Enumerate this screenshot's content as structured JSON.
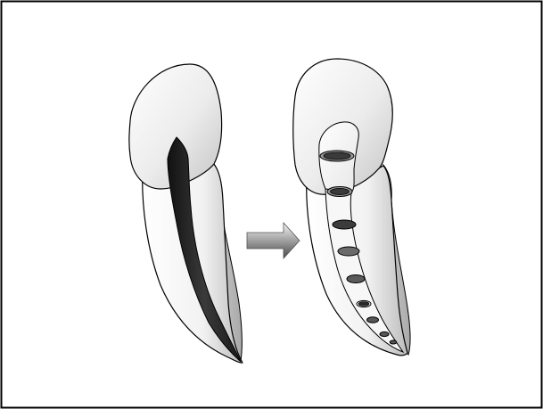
{
  "figure": {
    "panels": [
      {
        "id": "before",
        "subject": "tooth-with-untreated-root-canal"
      },
      {
        "id": "after",
        "subject": "tooth-with-prepared-access-and-canal"
      }
    ],
    "arrow_direction": "right",
    "colors": {
      "frame": "#000000",
      "background": "#ffffff",
      "crown_light": "#ffffff",
      "crown_mid": "#e2e2e2",
      "crown_dark": "#b4b4b4",
      "canal": "#262626",
      "instrument_dark": "#3a3a3a",
      "instrument_ring": "#9a9a9a",
      "arrow_light": "#f2f2f2",
      "arrow_dark": "#5a5a5a"
    }
  }
}
